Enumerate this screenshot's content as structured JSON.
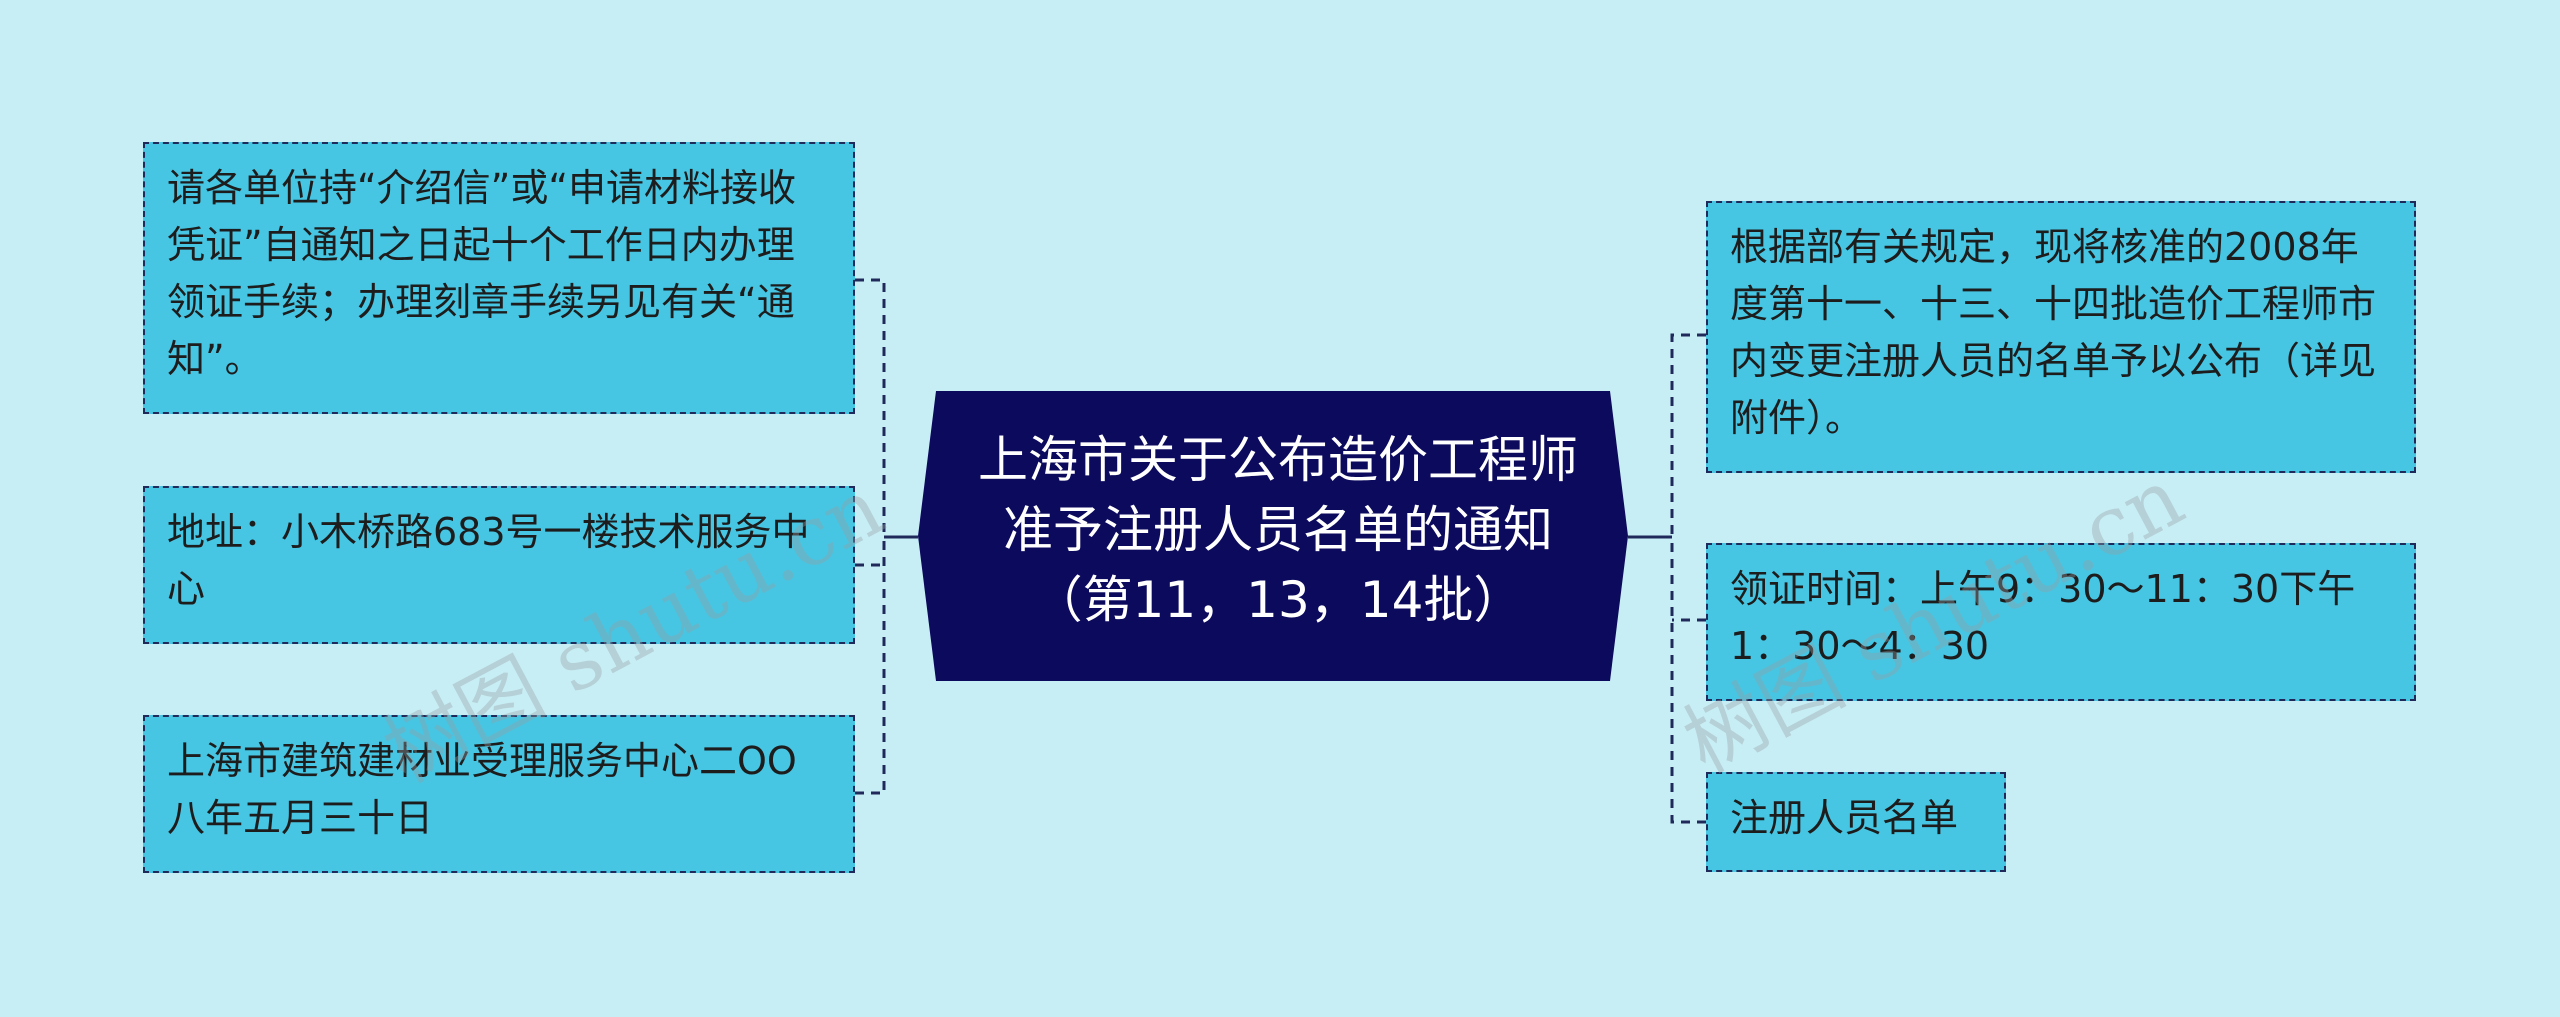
{
  "central": {
    "title": "上海市关于公布造价工程师准予注册人员名单的通知（第11，13，14批）"
  },
  "left_topics": [
    {
      "text": "请各单位持“介绍信”或“申请材料接收凭证”自通知之日起十个工作日内办理领证手续；办理刻章手续另见有关“通知”。"
    },
    {
      "text": "地址：小木桥路683号一楼技术服务中心"
    },
    {
      "text": "上海市建筑建材业受理服务中心二OO八年五月三十日"
    }
  ],
  "right_topics": [
    {
      "text": "根据部有关规定，现将核准的2008年度第十一、十三、十四批造价工程师市内变更注册人员的名单予以公布（详见附件）。"
    },
    {
      "text": "领证时间：上午9：30～11：30下午1：30～4：30"
    },
    {
      "text": "注册人员名单"
    }
  ],
  "watermarks": {
    "left": "树图 shutu.cn",
    "right": "树图 shutu.cn"
  },
  "colors": {
    "background": "#c8eef5",
    "central_fill": "#0c0a5c",
    "topic_fill": "#46c6e3",
    "connector": "#1f2a5a"
  }
}
